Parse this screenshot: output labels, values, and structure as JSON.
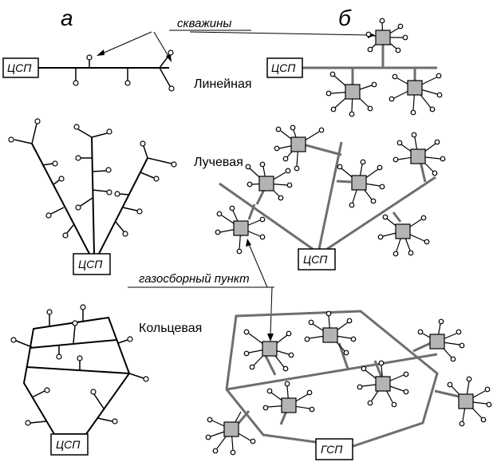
{
  "colors": {
    "ink": "#000000",
    "gray_line": "#6e6e6e",
    "well_fill": "#ffffff",
    "station_fill": "#b4b4b4"
  },
  "headers": {
    "a": "а",
    "b": "б"
  },
  "labels": {
    "wells": "скважины",
    "linear": "Линейная",
    "radial": "Лучевая",
    "ring": "Кольцевая",
    "gathering_point": "газосборный пункт"
  },
  "boxes": {
    "csp": "ЦСП",
    "gsp": "ГСП"
  }
}
